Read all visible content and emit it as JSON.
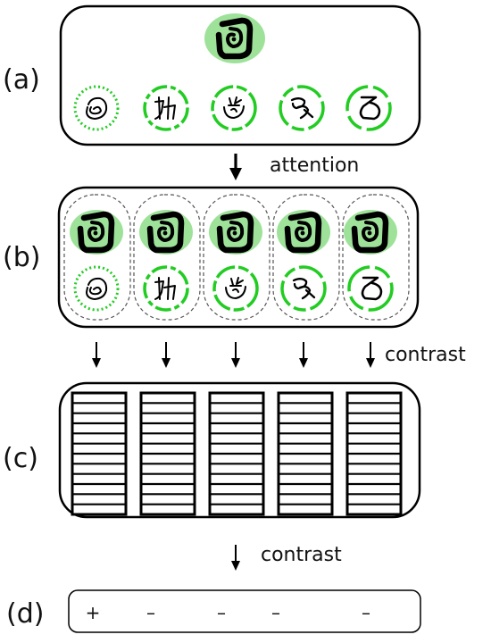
{
  "labels": {
    "a": "(a)",
    "b": "(b)",
    "c": "(c)",
    "d": "(d)"
  },
  "arrow_words": {
    "attention": "attention",
    "contrast_1": "contrast",
    "contrast_2": "contrast"
  },
  "signs": [
    "+",
    "–",
    "–",
    "–",
    "–"
  ],
  "colors": {
    "highlight_fill": "#9ee29a",
    "ring": "#22cc22",
    "dashed_group": "#555555"
  },
  "icons": {
    "anchor": "spiral-character-icon",
    "candidates": [
      "character-icon-1",
      "character-icon-2",
      "character-icon-3",
      "character-icon-4",
      "character-icon-5"
    ]
  }
}
